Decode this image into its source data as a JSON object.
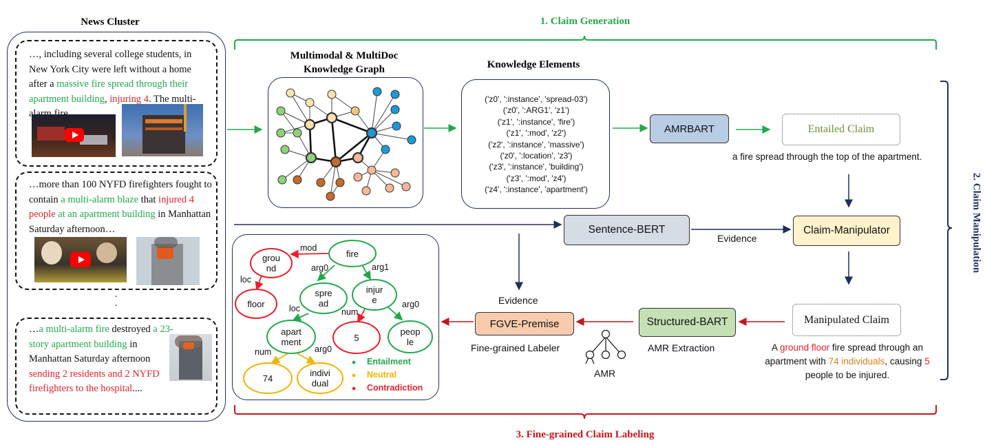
{
  "colors": {
    "generation": "#22a84b",
    "manipulation": "#1f2f5e",
    "labeling": "#c4161c",
    "entailment": "#22a84b",
    "neutral": "#f0b400",
    "contradiction": "#e8202a",
    "model_blue": "#b8cce4",
    "model_gray": "#d6dce4",
    "model_yellow": "#fff2cc",
    "model_green": "#c5e0b4",
    "model_orange": "#f8cbad"
  },
  "news_cluster": {
    "title": "News Cluster",
    "paragraph1": [
      {
        "t": "…, including several college students, in New York City were left without a home after a ",
        "c": ""
      },
      {
        "t": "massive fire spread through their apartment building",
        "c": "green"
      },
      {
        "t": ", ",
        "c": ""
      },
      {
        "t": "injuring 4",
        "c": "red"
      },
      {
        "t": ". The multi-alarm fire…",
        "c": ""
      }
    ],
    "paragraph2": [
      {
        "t": "…more than 100 NYFD firefighters fought to contain ",
        "c": ""
      },
      {
        "t": "a multi-alarm blaze",
        "c": "green"
      },
      {
        "t": " that ",
        "c": ""
      },
      {
        "t": "injured 4 people",
        "c": "red"
      },
      {
        "t": " ",
        "c": ""
      },
      {
        "t": "at an apartment building",
        "c": "green"
      },
      {
        "t": " in Manhattan Saturday afternoon…",
        "c": ""
      }
    ],
    "ellipsis": ".",
    "paragraph3": [
      {
        "t": "…",
        "c": ""
      },
      {
        "t": "a multi-alarm fire",
        "c": "green"
      },
      {
        "t": " destroyed ",
        "c": ""
      },
      {
        "t": "a 23-story apartment building",
        "c": "green"
      },
      {
        "t": " in Manhattan Saturday afternoon ",
        "c": ""
      },
      {
        "t": "sending 2 residents and 2 NYFD firefighters to the hospital",
        "c": "red"
      },
      {
        "t": "....",
        "c": ""
      }
    ]
  },
  "stages": {
    "claim_generation": "1. Claim Generation",
    "claim_manipulation": "2. Claim Manipulation",
    "fine_grained_labeling": "3. Fine-grained Claim Labeling"
  },
  "knowledge_graph": {
    "title_line1": "Multimodal & MultiDoc",
    "title_line2": "Knowledge Graph"
  },
  "knowledge_elements": {
    "title": "Knowledge Elements",
    "lines": [
      "('z0', ':instance', 'spread-03')",
      "('z0', ':ARG1', 'z1')",
      "('z1', ':instance', 'fire')",
      "('z1', ':mod', 'z2')",
      "('z2', ':instance', 'massive')",
      "('z0', ':location', 'z3')",
      "('z3', ':instance', 'building')",
      "('z3', ':mod', 'z4')",
      "('z4', ':instance', 'apartment')"
    ]
  },
  "models": {
    "amrbart": "AMRBART",
    "sentence_bert": "Sentence-BERT",
    "claim_manipulator": "Claim-Manipulator",
    "structured_bart": "Structured-BART",
    "fgve_premise": "FGVE-Premise"
  },
  "claims": {
    "entailed_title": "Entailed Claim",
    "entailed_text": "a fire spread through the top of the apartment.",
    "manipulated_title": "Manipulated Claim",
    "manipulated_text": [
      {
        "t": "A ",
        "c": ""
      },
      {
        "t": "ground floor",
        "c": "red"
      },
      {
        "t": " fire spread through an apartment with ",
        "c": ""
      },
      {
        "t": "74 individuals",
        "c": "orange"
      },
      {
        "t": ", causing ",
        "c": ""
      },
      {
        "t": "5",
        "c": "red"
      },
      {
        "t": " people to be injured.",
        "c": ""
      }
    ]
  },
  "labels": {
    "evidence_top": "Evidence",
    "evidence_left": "Evidence",
    "amr_extraction": "AMR Extraction",
    "fine_grained_labeler": "Fine-grained Labeler",
    "amr": "AMR"
  },
  "amr_graph": {
    "nodes": {
      "fire": "fire",
      "ground": "grou\nnd",
      "floor": "floor",
      "spread": "spre\nad",
      "injure": "injur\ne",
      "apartment": "apart\nment",
      "five": "5",
      "people": "peop\nle",
      "n74": "74",
      "individual": "indivi\ndual"
    },
    "edges": {
      "mod": "mod",
      "loc1": "loc",
      "arg0a": "arg0",
      "arg1": "arg1",
      "loc2": "loc",
      "num1": "num",
      "arg0b": "arg0",
      "num2": "num",
      "arg0c": "arg0"
    },
    "legend": [
      "Entailment",
      "Neutral",
      "Contradiction"
    ]
  }
}
